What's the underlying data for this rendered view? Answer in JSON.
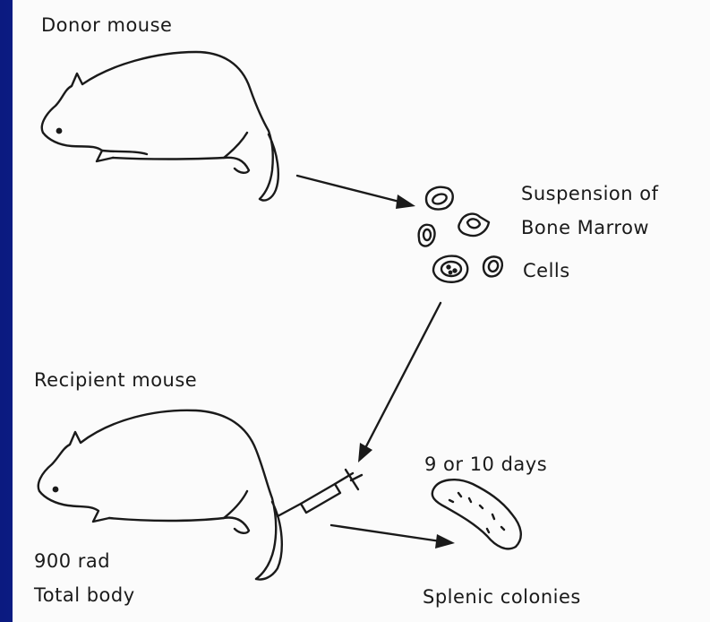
{
  "labels": {
    "donor": "Donor mouse",
    "suspension_line1": "Suspension of",
    "suspension_line2": "Bone Marrow",
    "suspension_line3": "Cells",
    "recipient": "Recipient mouse",
    "days": "9 or 10 days",
    "dose_line1": "900 rad",
    "dose_line2": "Total body",
    "colonies": "Splenic colonies"
  },
  "colors": {
    "frame": "#0a1d8c",
    "panel": "#fbfbfb",
    "ink": "#1a1a1a"
  }
}
